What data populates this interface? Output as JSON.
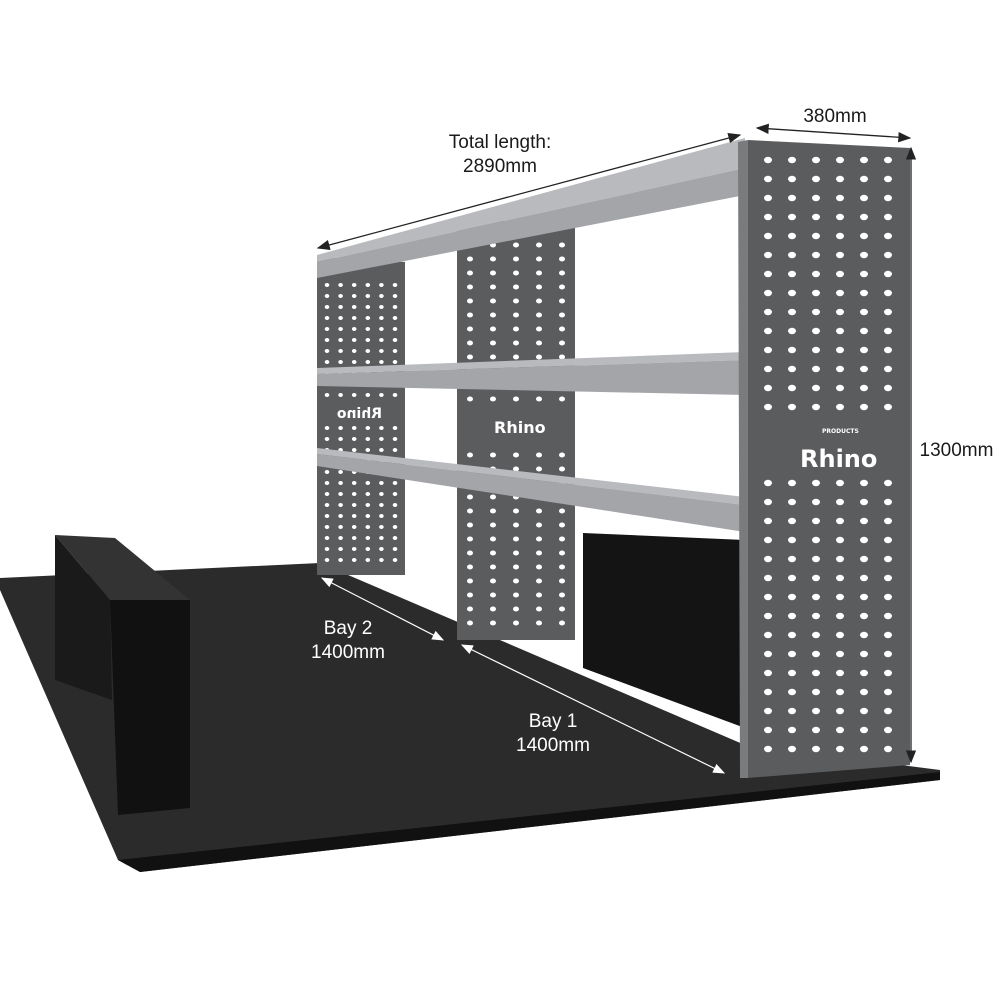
{
  "dimensions": {
    "total_length_label": "Total length:",
    "total_length_value": "2890mm",
    "depth": "380mm",
    "height": "1300mm",
    "bay2_label": "Bay 2",
    "bay2_value": "1400mm",
    "bay1_label": "Bay 1",
    "bay1_value": "1400mm"
  },
  "brand": {
    "logo_main": "Rhino",
    "logo_sub": "PRODUCTS"
  },
  "colors": {
    "panel": "#5b5c5e",
    "shelf": "#a3a5a8",
    "floor": "#2b2b2b",
    "arch": "#151515"
  }
}
